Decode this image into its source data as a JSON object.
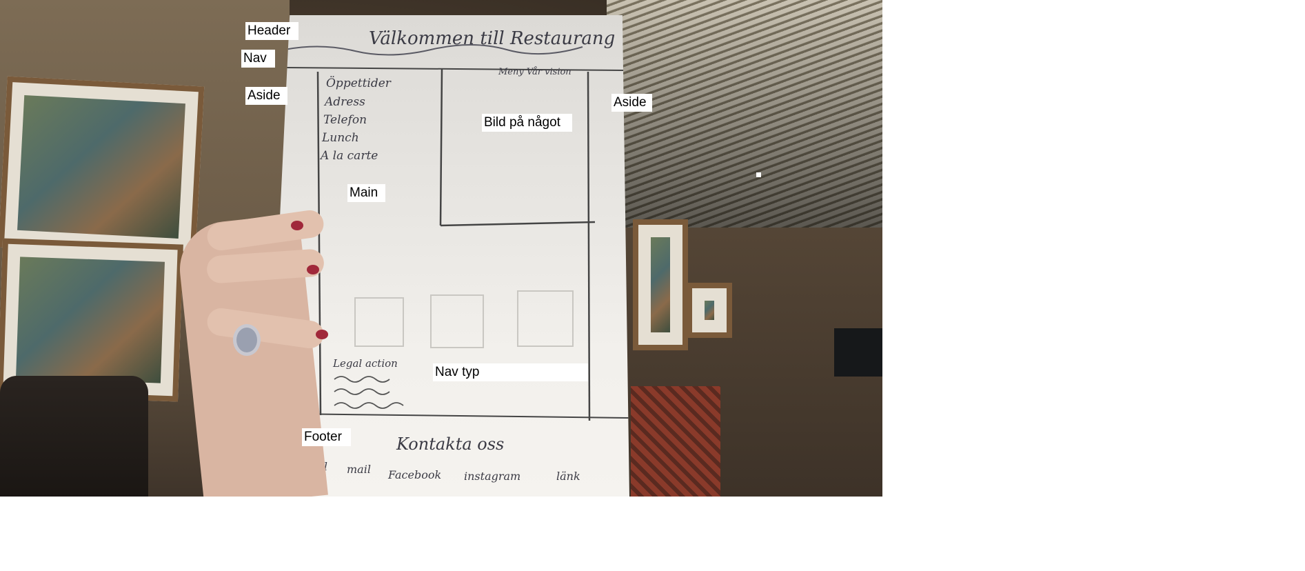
{
  "labels": {
    "header": "Header",
    "nav": "Nav",
    "aside_left": "Aside",
    "aside_right": "Aside",
    "image": "Bild på något",
    "main": "Main",
    "nav_type": "Nav typ",
    "footer": "Footer"
  },
  "sketch": {
    "title": "Välkommen till Restaurang",
    "menu": "Meny Vår vision",
    "sidebar_items": [
      "Öppettider",
      "Adress",
      "Telefon",
      "Lunch",
      "A la carte"
    ],
    "legal": "Legal action",
    "footer_title": "Kontakta oss",
    "footer_links": [
      "Tel",
      "mail",
      "Facebook",
      "instagram",
      "länk"
    ]
  },
  "colors": {
    "label_bg": "#ffffff",
    "ink": "#3a3a44"
  }
}
